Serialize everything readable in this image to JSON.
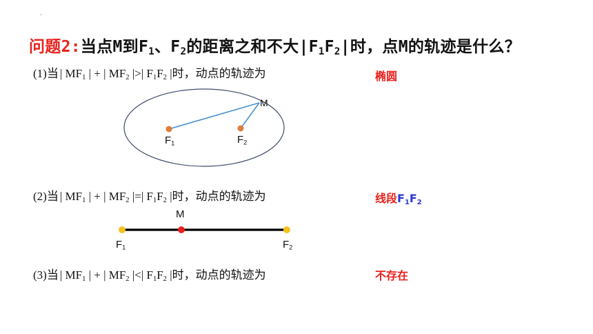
{
  "header_mark": ".",
  "title": {
    "prefix": "问题2:",
    "part1": "当点M到F",
    "sub1": "1",
    "part2": "、F",
    "sub2": "2",
    "part3": "的距离之和不大|F",
    "sub3": "1",
    "part4": "F",
    "sub4": "2",
    "part5": "|时，点M的轨迹是什么？"
  },
  "conditions": [
    {
      "num": "(1)",
      "lead": "当",
      "math_a": "| MF",
      "sub_a": "1",
      "math_b": " | + | MF",
      "sub_b": "2",
      "rel": " |>| ",
      "math_c": "F",
      "sub_c": "1",
      "math_d": "F",
      "sub_d": "2",
      "math_e": " |",
      "tail": "时，动点的轨迹为",
      "answer": "椭圆",
      "answer_sub": "",
      "answer_tail": ""
    },
    {
      "num": "(2)",
      "lead": "当",
      "math_a": "| MF",
      "sub_a": "1",
      "math_b": " | + | MF",
      "sub_b": "2",
      "rel": " |=| ",
      "math_c": "F",
      "sub_c": "1",
      "math_d": "F",
      "sub_d": "2",
      "math_e": " |",
      "tail": "时，动点的轨迹为",
      "answer": "线段",
      "answer_blue_a": "F",
      "answer_blue_sub_a": "1",
      "answer_blue_b": "F",
      "answer_blue_sub_b": "2"
    },
    {
      "num": "(3)",
      "lead": "当",
      "math_a": "| MF",
      "sub_a": "1",
      "math_b": " | + | MF",
      "sub_b": "2",
      "rel": " |<| ",
      "math_c": "F",
      "sub_c": "1",
      "math_d": "F",
      "sub_d": "2",
      "math_e": " |",
      "tail": "时，动点的轨迹为",
      "answer": "不存在"
    }
  ],
  "diagram1": {
    "point_m": "M",
    "f1": "F",
    "f1_sub": "1",
    "f2": "F",
    "f2_sub": "2",
    "focus_color": "#e07b39",
    "line_color": "#4a90d0",
    "ellipse_color": "#3d4a6b"
  },
  "diagram2": {
    "point_m": "M",
    "f1": "F",
    "f1_sub": "1",
    "f2": "F",
    "f2_sub": "2",
    "end_color": "#f6c11c",
    "mid_color": "#e8211d"
  }
}
